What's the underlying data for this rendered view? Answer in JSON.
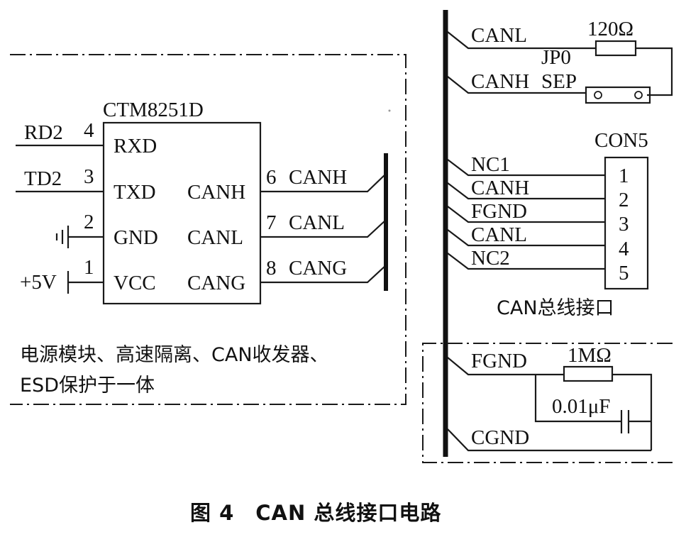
{
  "chip": {
    "name": "CTM8251D",
    "pins": [
      {
        "num": "4",
        "net": "RD2",
        "label": "RXD"
      },
      {
        "num": "3",
        "net": "TD2",
        "label": "TXD"
      },
      {
        "num": "2",
        "label": "GND"
      },
      {
        "num": "1",
        "net": "+5V",
        "label": "VCC"
      },
      {
        "num": "6",
        "label": "CANH",
        "net": "CANH"
      },
      {
        "num": "7",
        "label": "CANL",
        "net": "CANL"
      },
      {
        "num": "8",
        "label": "CANG",
        "net": "CANG"
      }
    ]
  },
  "module_note": {
    "line1": "电源模块、高速隔离、CAN收发器、",
    "line2": "ESD保护于一体"
  },
  "termination": {
    "canl": "CANL",
    "canh": "CANH",
    "resistor": "120Ω",
    "jumper": "JP0",
    "jumper_type": "SEP"
  },
  "connector": {
    "name": "CON5",
    "signals": [
      "NC1",
      "CANH",
      "FGND",
      "CANL",
      "NC2"
    ],
    "pins": [
      "1",
      "2",
      "3",
      "4",
      "5"
    ],
    "caption": "CAN总线接口"
  },
  "ground_filter": {
    "fgnd": "FGND",
    "cgnd": "CGND",
    "resistor": "1MΩ",
    "capacitor": "0.01μF"
  },
  "figure_caption": "图 4　CAN 总线接口电路"
}
